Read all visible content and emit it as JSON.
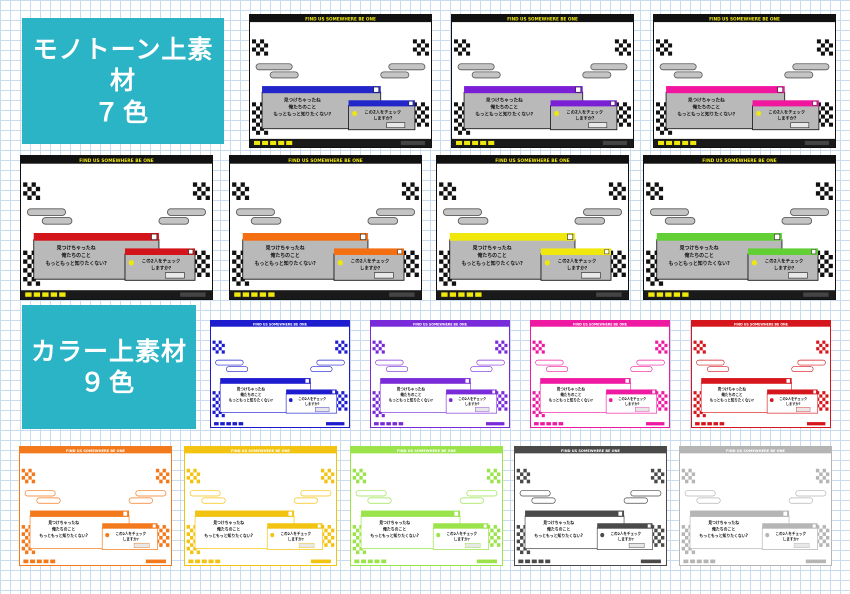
{
  "labels": {
    "mono": {
      "line1": "モノトーン上素材",
      "line2": "７色"
    },
    "color": {
      "line1": "カラー上素材",
      "line2": "９色"
    }
  },
  "frame_text": {
    "title": "FIND US SOMEWHERE BE ONE",
    "main_line1": "見つけちゃったね",
    "main_line2": "俺たちのこと",
    "main_line3": "もっともっと知りたくない?",
    "sub_line1": "この2人をチェック",
    "sub_line2": "しますか?"
  },
  "colors": {
    "accent_bg": "#2bb3c6",
    "mono_variants": [
      "#2326c8",
      "#7a1fd6",
      "#f0169e",
      "#d3151b",
      "#f36f12",
      "#f0e80c",
      "#62cf34"
    ],
    "color_variants": [
      "#1d1ccf",
      "#7a2bd9",
      "#ef1aa2",
      "#d5161c",
      "#f37a1c",
      "#f2c311",
      "#9ae34a",
      "#4a4a4a",
      "#b5b5b5"
    ]
  }
}
